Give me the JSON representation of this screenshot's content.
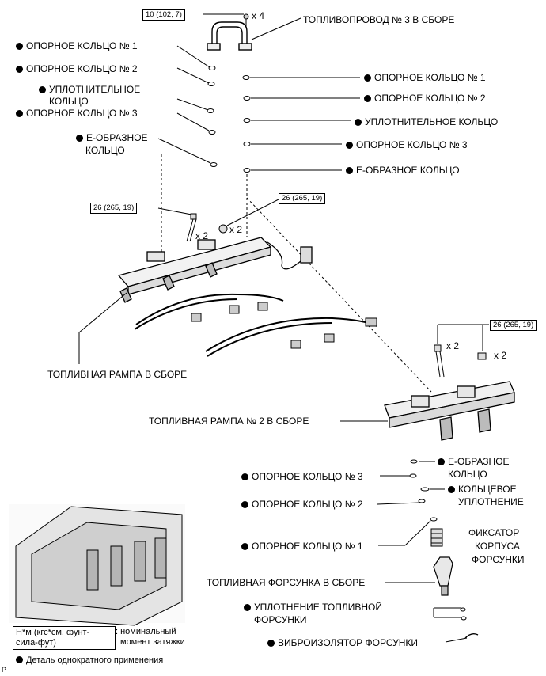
{
  "torques": {
    "t1": "10 (102, 7)",
    "t2": "26 (265, 19)",
    "t3": "26 (265, 19)",
    "t4": "26 (265, 19)"
  },
  "qty": {
    "x4": "x 4",
    "x2": "x 2"
  },
  "labels": {
    "fuel_pipe_3": "ТОПЛИВОПРОВОД № 3 В СБОРЕ",
    "backup_ring_1": "ОПОРНОЕ КОЛЬЦО № 1",
    "backup_ring_2": "ОПОРНОЕ КОЛЬЦО № 2",
    "backup_ring_3": "ОПОРНОЕ КОЛЬЦО № 3",
    "seal_ring_l1": "УПЛОТНИТЕЛЬНОЕ",
    "seal_ring_l2": "КОЛЬЦО",
    "seal_ring": "УПЛОТНИТЕЛЬНОЕ КОЛЬЦО",
    "e_ring": "Е-ОБРАЗНОЕ КОЛЬЦО",
    "e_ring_l1": "Е-ОБРАЗНОЕ",
    "e_ring_l2": "КОЛЬЦО",
    "rail": "ТОПЛИВНАЯ РАМПА В СБОРЕ",
    "rail_2": "ТОПЛИВНАЯ РАМПА № 2 В СБОРЕ",
    "o_ring_l1": "КОЛЬЦЕВОЕ",
    "o_ring_l2": "УПЛОТНЕНИЕ",
    "clamp_l1": "ФИКСАТОР",
    "clamp_l2": "КОРПУСА",
    "clamp_l3": "ФОРСУНКИ",
    "injector": "ТОПЛИВНАЯ ФОРСУНКА В СБОРЕ",
    "inj_seal_l1": "УПЛОТНЕНИЕ ТОПЛИВНОЙ",
    "inj_seal_l2": "ФОРСУНКИ",
    "insulator": "ВИБРОИЗОЛЯТОР ФОРСУНКИ"
  },
  "legend": {
    "box_l1": "Н*м (кгс*см, фунт-",
    "box_l2": "сила-фут)",
    "desc_l1": ": номинальный",
    "desc_l2": "момент затяжки",
    "single_use": "Деталь однократного применения"
  },
  "corner_mark": "P"
}
